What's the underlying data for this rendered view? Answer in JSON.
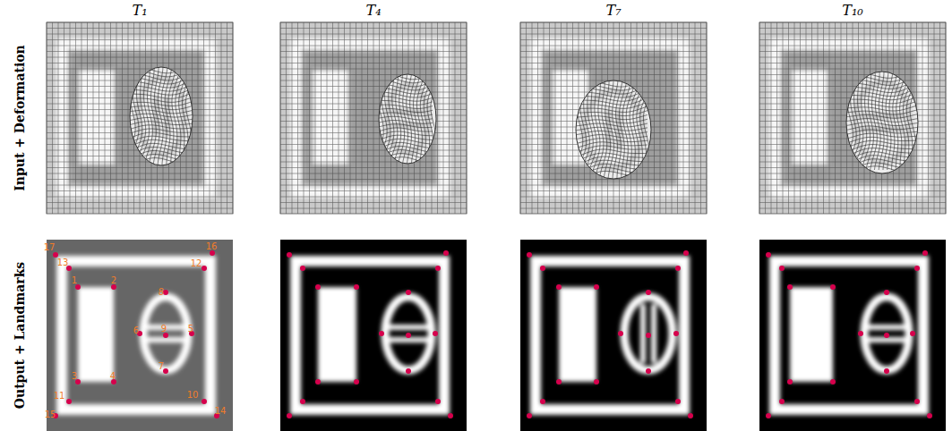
{
  "diagram": {
    "labels": [
      "T₁",
      "T₄",
      "T₇",
      "T₁₀",
      "Input + Deformation",
      "Output + Landmarks",
      "17",
      "16",
      "13",
      "12",
      "1",
      "2",
      "8",
      "6",
      "9",
      "5",
      "7",
      "3",
      "4",
      "11",
      "10",
      "15",
      "14"
    ]
  }
}
